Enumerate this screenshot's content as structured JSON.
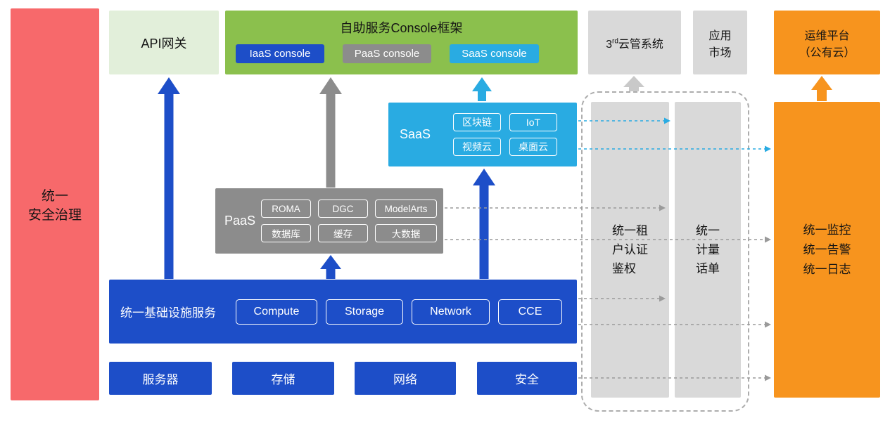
{
  "colors": {
    "security_red": "#F7696B",
    "api_light_green": "#E2EFDA",
    "console_green": "#8BC04D",
    "primary_blue": "#1D4EC8",
    "paas_gray": "#8C8C8C",
    "panel_light_gray": "#D9D9D9",
    "saas_light_blue": "#29ABE2",
    "om_orange": "#F7941E"
  },
  "security_bar": {
    "line1": "统一",
    "line2": "安全治理"
  },
  "api_gateway": {
    "label": "API网关"
  },
  "console": {
    "title": "自助服务Console框架",
    "items": [
      {
        "label": "IaaS console"
      },
      {
        "label": "PaaS console"
      },
      {
        "label": "SaaS console"
      }
    ]
  },
  "cmp": {
    "prefix": "3",
    "sup": "rd",
    "label": "云管系统"
  },
  "marketplace": {
    "line1": "应用",
    "line2": "市场"
  },
  "om_platform": {
    "line1": "运维平台",
    "line2": "（公有云）"
  },
  "saas": {
    "label": "SaaS",
    "items": [
      "区块链",
      "IoT",
      "视频云",
      "桌面云"
    ]
  },
  "paas": {
    "label": "PaaS",
    "items": [
      "ROMA",
      "DGC",
      "ModelArts",
      "数据库",
      "缓存",
      "大数据"
    ]
  },
  "iaas": {
    "label": "统一基础设施服务",
    "items": [
      "Compute",
      "Storage",
      "Network",
      "CCE"
    ]
  },
  "hardware": [
    "服务器",
    "存储",
    "网络",
    "安全"
  ],
  "auth_bar": {
    "lines": [
      "统一租",
      "户认证",
      "鉴权"
    ]
  },
  "metering_bar": {
    "lines": [
      "统一",
      "计量",
      "话单"
    ]
  },
  "monitor_bar": {
    "lines": [
      "统一监控",
      "统一告警",
      "统一日志"
    ]
  }
}
